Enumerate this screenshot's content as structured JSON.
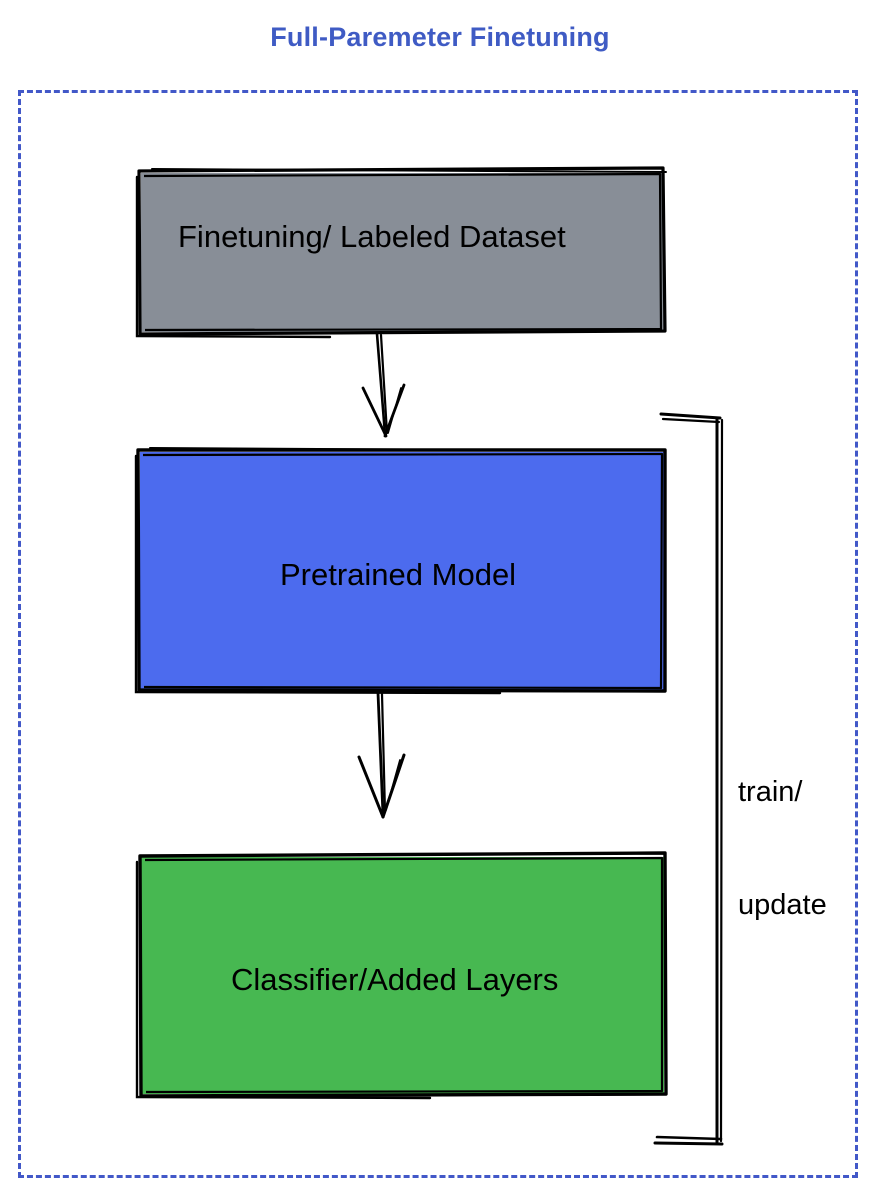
{
  "title": "Full-Paremeter Finetuning",
  "colors": {
    "title": "#3f5bc4",
    "frame_border": "#4258c8",
    "dataset_fill": "#888e97",
    "model_fill": "#4c6bee",
    "classifier_fill": "#47b851",
    "stroke": "#000000",
    "background": "#ffffff"
  },
  "frame": {
    "name": "full-parameter-finetuning-boundary",
    "style": "dashed"
  },
  "nodes": [
    {
      "id": "dataset",
      "label": "Finetuning/ Labeled Dataset",
      "fill": "#888e97"
    },
    {
      "id": "model",
      "label": "Pretrained Model",
      "fill": "#4c6bee"
    },
    {
      "id": "classifier",
      "label": "Classifier/Added Layers",
      "fill": "#47b851"
    }
  ],
  "edges": [
    {
      "id": "dataset-to-model",
      "from": "dataset",
      "to": "model",
      "label": "",
      "arrow": true
    },
    {
      "id": "model-to-classifier",
      "from": "model",
      "to": "classifier",
      "label": "",
      "arrow": true
    },
    {
      "id": "feedback-loop",
      "from": "classifier",
      "to": "model",
      "label_line1": "train/",
      "label_line2": "update",
      "arrow": false
    }
  ]
}
